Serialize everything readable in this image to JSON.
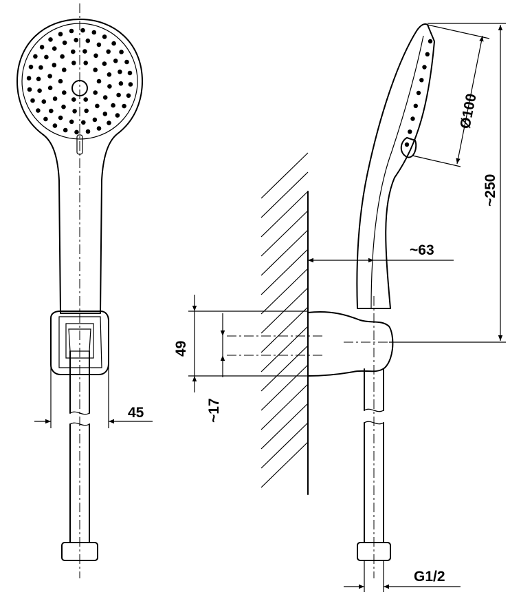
{
  "dimensions": {
    "holder_width": "45",
    "head_diameter": "Ø100",
    "total_length": "~250",
    "wall_distance": "~63",
    "holder_height": "49",
    "offset": "~17",
    "thread": "G1/2"
  }
}
